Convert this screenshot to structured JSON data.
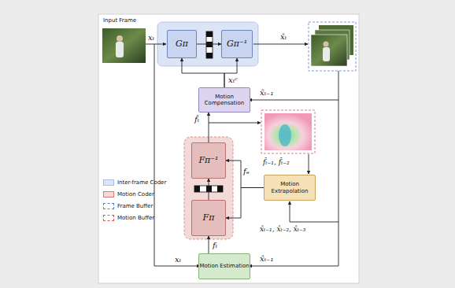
{
  "diagram": {
    "nodes": [
      {
        "text": [
          "Gπ"
        ]
      },
      {
        "text": [
          "Gπ⁻¹"
        ]
      },
      {
        "text": [
          "Motion Compensation"
        ]
      },
      {
        "text": [
          "Fπ⁻¹"
        ]
      },
      {
        "text": [
          "Motion Extrapolation"
        ]
      },
      {
        "text": [
          "Fπ"
        ]
      },
      {
        "text": [
          "Motion Estimation"
        ]
      }
    ],
    "edges": [
      {
        "from": 0,
        "to": 1,
        "arrow": "to"
      },
      {
        "from": 2,
        "to": 0,
        "arrow": "to"
      },
      {
        "from": 2,
        "to": 1,
        "arrow": "to"
      },
      {
        "from": 3,
        "to": 2,
        "arrow": "to"
      },
      {
        "from": 4,
        "to": 3,
        "arrow": "to"
      },
      {
        "from": 4,
        "to": 5,
        "arrow": "to"
      },
      {
        "from": 5,
        "to": 3,
        "arrow": "to"
      },
      {
        "from": 6,
        "to": 5,
        "arrow": "to"
      }
    ],
    "labels": [
      "Input Frame",
      "xₜ",
      "x̂ₜ",
      "xₜᶜ",
      "x̂ₜ₋₁",
      "f̂ₜ",
      "f̂ₜ₋₁, f̂ₜ₋₂",
      "fₑ",
      "x̂ₜ₋₁, x̂ₜ₋₂, x̂ₜ₋₃",
      "fₜ",
      "xₜ",
      "x̂ₜ₋₁"
    ],
    "legend": [
      {
        "text": "Inter-frame Coder",
        "color": "#dce5f6"
      },
      {
        "text": "Motion Coder",
        "color": "#f4d9d9"
      },
      {
        "text": "Frame Buffer"
      },
      {
        "text": "Motion Buffer"
      }
    ]
  }
}
